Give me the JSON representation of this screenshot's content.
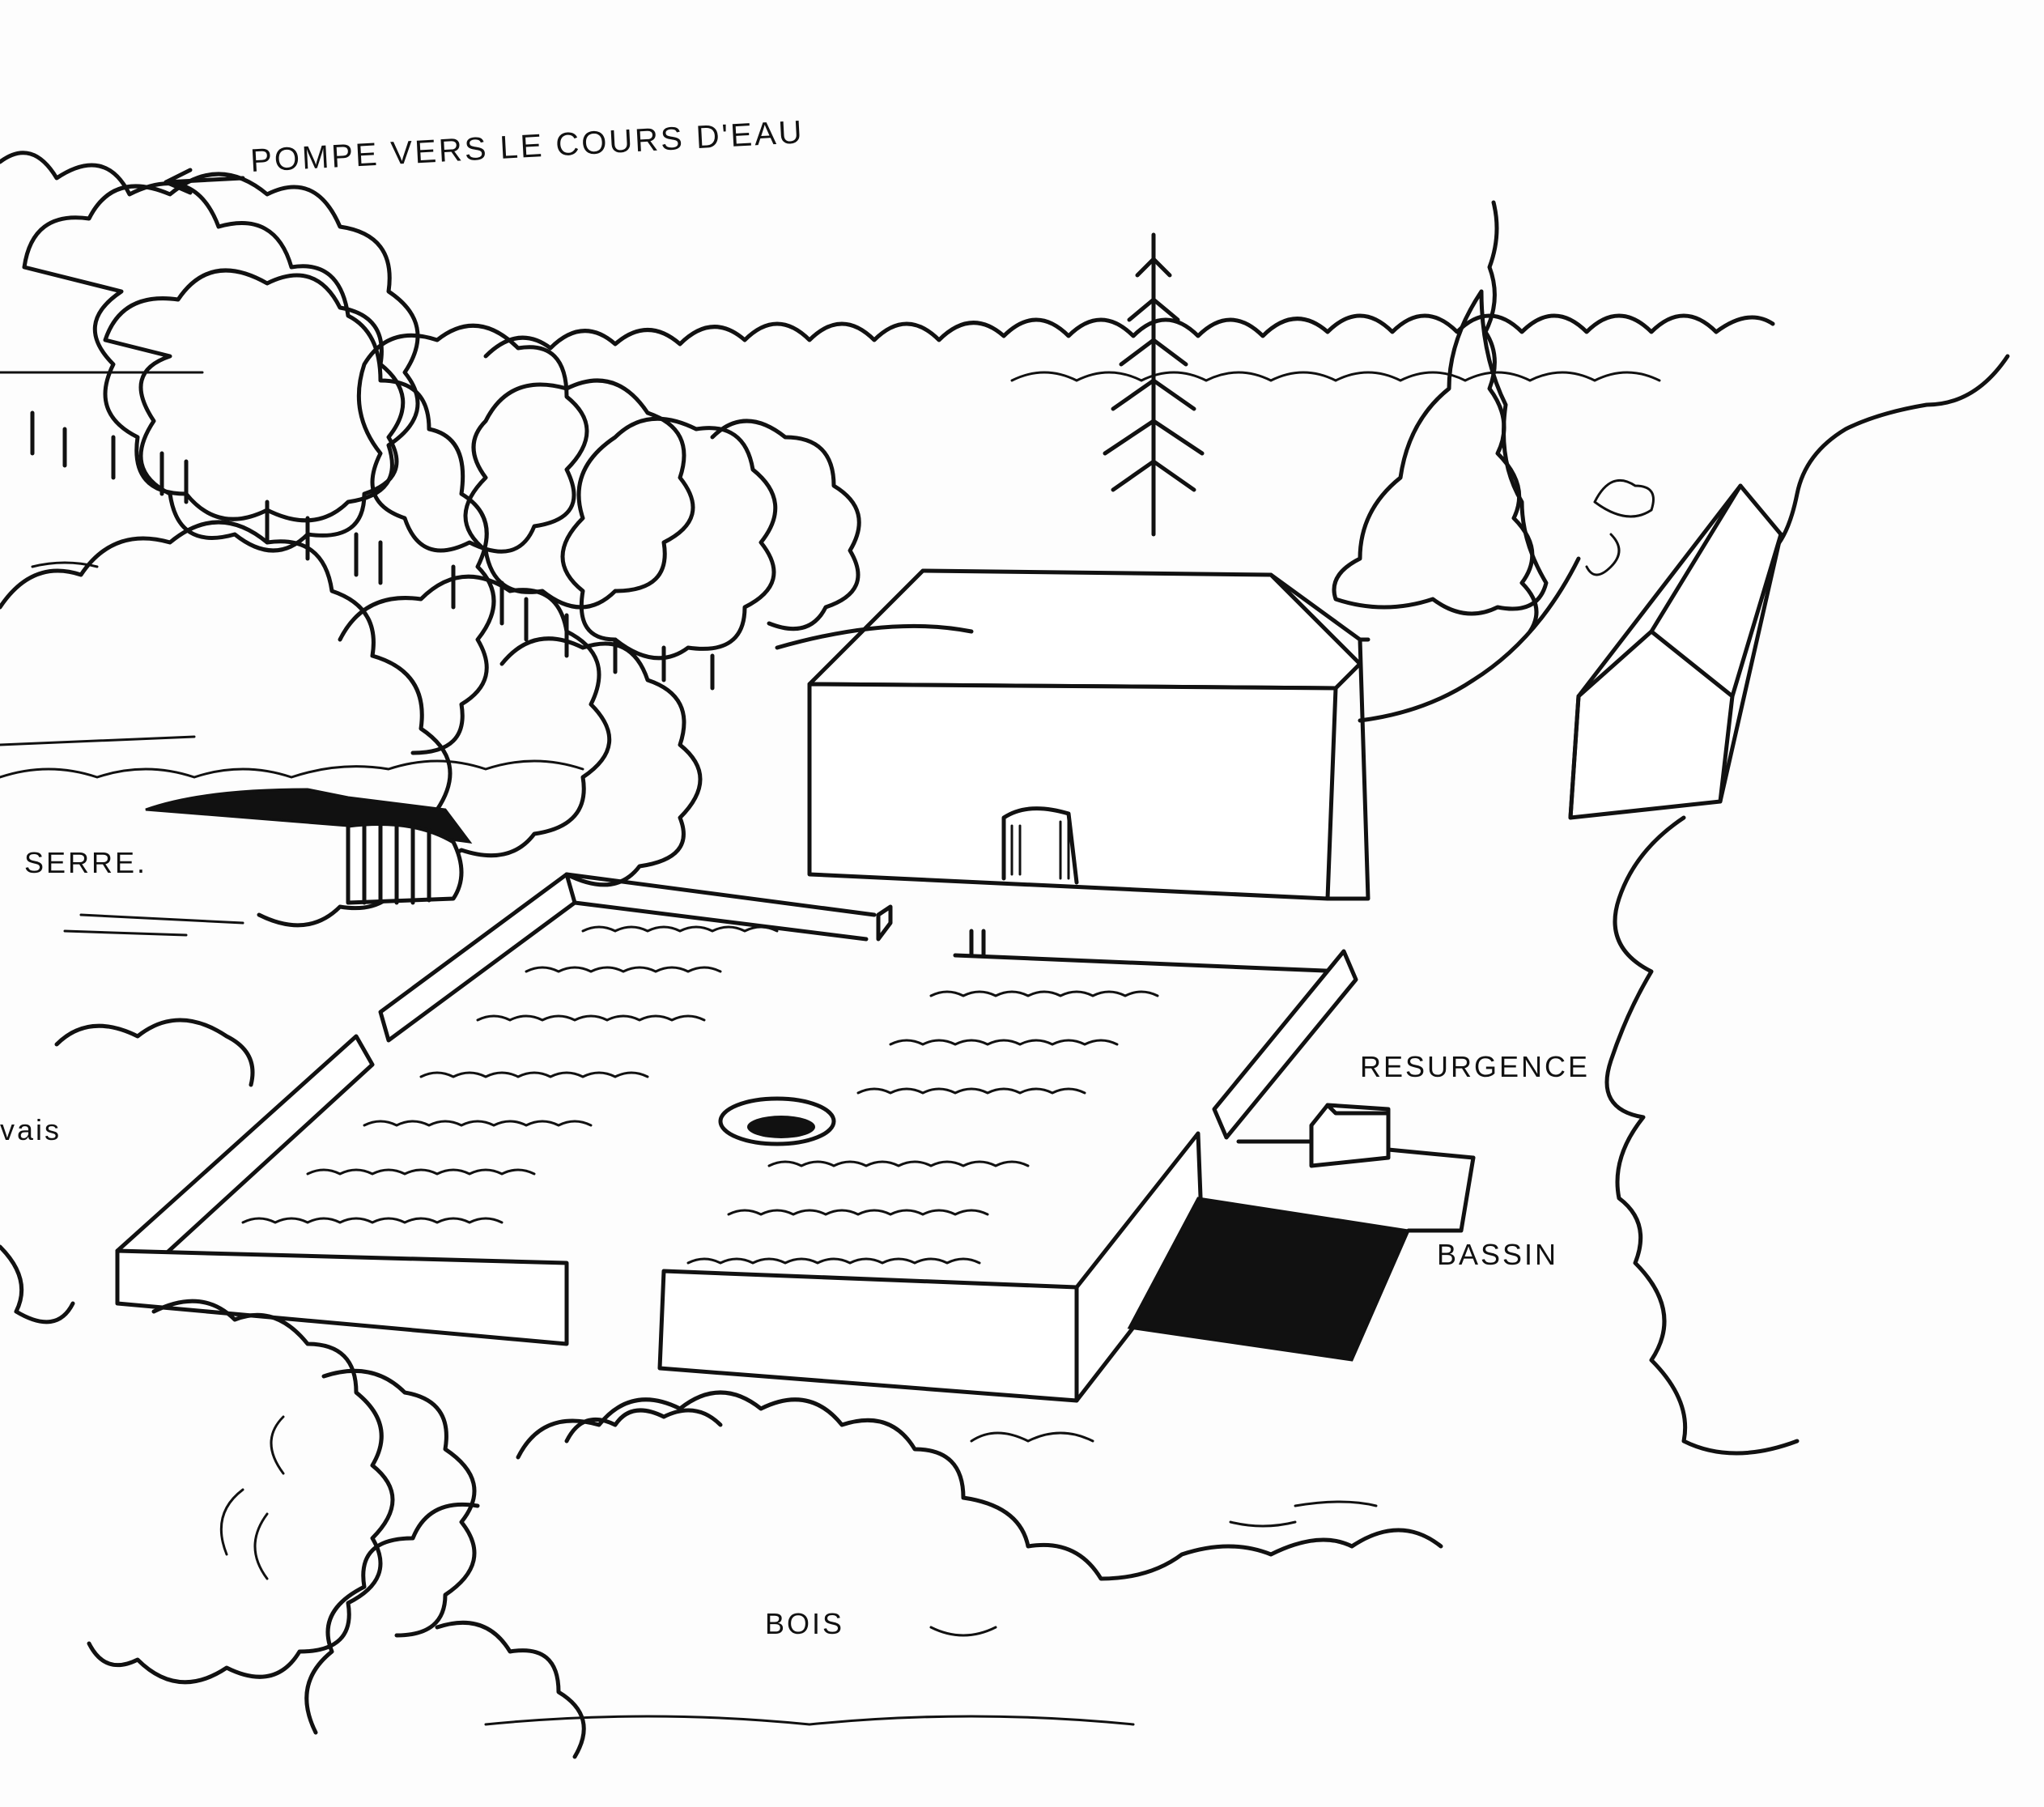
{
  "labels": {
    "pump": "POMPE VERS LE COURS D'EAU",
    "greenhouse": "SERRE.",
    "marsh": "vais",
    "spring": "RESURGENCE",
    "basin": "BASSIN",
    "woods": "BOIS"
  },
  "colors": {
    "ink": "#111111",
    "paper": "#fdfdfd"
  }
}
